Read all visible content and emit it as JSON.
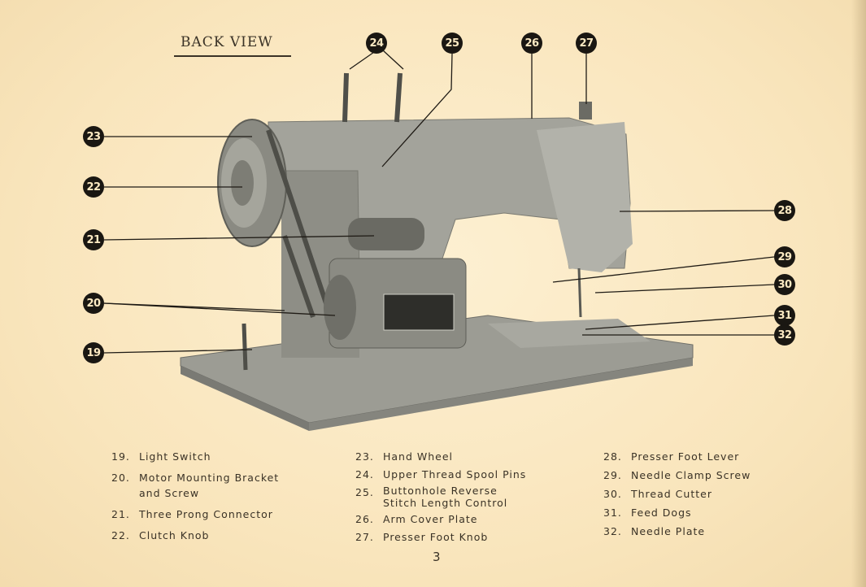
{
  "title": "BACK  VIEW",
  "callouts": [
    "24",
    "25",
    "26",
    "27",
    "23",
    "22",
    "21",
    "20",
    "19",
    "28",
    "29",
    "30",
    "31",
    "32"
  ],
  "legend": [
    {
      "num": "19.",
      "label": "Light Switch"
    },
    {
      "num": "20.",
      "label": "Motor Mounting Bracket and Screw"
    },
    {
      "num": "21.",
      "label": "Three Prong Connector"
    },
    {
      "num": "22.",
      "label": "Clutch Knob"
    },
    {
      "num": "23.",
      "label": "Hand Wheel"
    },
    {
      "num": "24.",
      "label": "Upper Thread Spool Pins"
    },
    {
      "num": "25.",
      "label": "Buttonhole Reverse Stitch Length Control"
    },
    {
      "num": "26.",
      "label": "Arm Cover Plate"
    },
    {
      "num": "27.",
      "label": "Presser Foot Knob"
    },
    {
      "num": "28.",
      "label": "Presser Foot Lever"
    },
    {
      "num": "29.",
      "label": "Needle Clamp Screw"
    },
    {
      "num": "30.",
      "label": "Thread Cutter"
    },
    {
      "num": "31.",
      "label": "Feed Dogs"
    },
    {
      "num": "32.",
      "label": "Needle Plate"
    }
  ],
  "page_number": "3",
  "colors": {
    "paper": "#fbe9c2",
    "ink": "#3a3226",
    "callout_fill": "#1a1712"
  }
}
